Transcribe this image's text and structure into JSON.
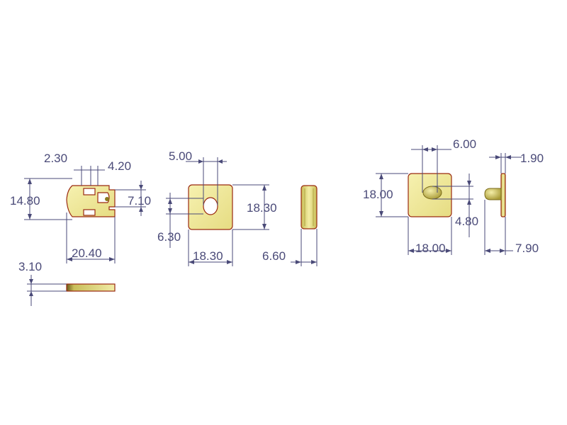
{
  "colors": {
    "background": "#ffffff",
    "dimension": "#4a4a78",
    "part_fill": "#f2ec9c",
    "part_fill_dark": "#b8ad48",
    "part_outline": "#9a2a10"
  },
  "dimensions": {
    "part1": {
      "notch_width": "2.30",
      "slot_offset": "4.20",
      "height": "14.80",
      "slot_height": "7.10",
      "length": "20.40",
      "thickness": "3.10"
    },
    "part2": {
      "hole_width": "5.00",
      "height": "18.30",
      "hole_offset": "6.30",
      "width": "18.30",
      "thickness": "6.60"
    },
    "part3": {
      "pin_offset": "6.00",
      "flange_thickness": "1.90",
      "height": "18.00",
      "pin_height": "4.80",
      "width": "18.00",
      "overall_length": "7.90"
    }
  }
}
